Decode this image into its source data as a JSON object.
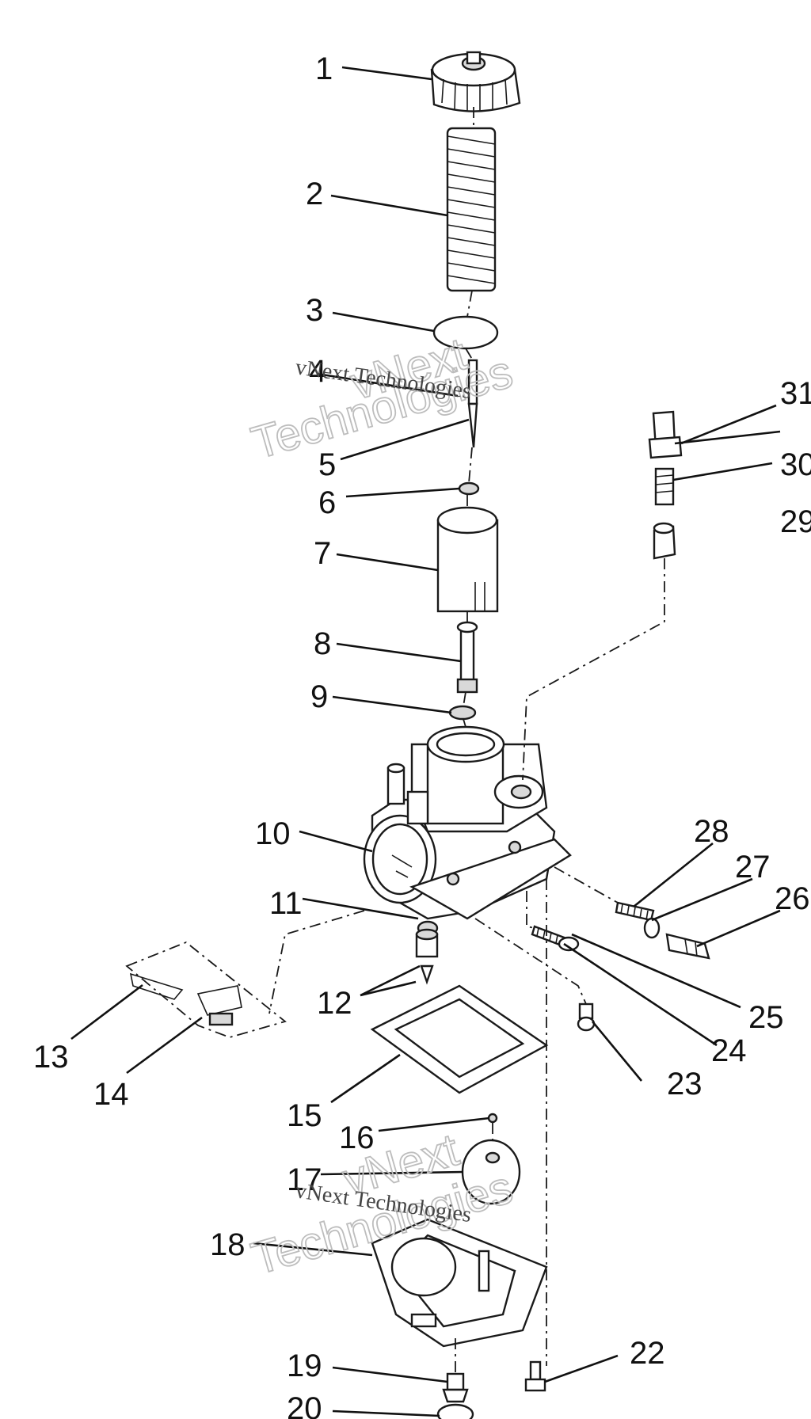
{
  "watermark": {
    "text_main": "vNext Technologies",
    "text_line1": "vNext",
    "text_line2": "Technologies"
  },
  "callouts": [
    "1",
    "2",
    "3",
    "4",
    "5",
    "6",
    "7",
    "8",
    "9",
    "10",
    "11",
    "12",
    "13",
    "14",
    "15",
    "16",
    "17",
    "18",
    "19",
    "20",
    "22",
    "23",
    "24",
    "25",
    "26",
    "27",
    "28",
    "29",
    "30",
    "31"
  ]
}
